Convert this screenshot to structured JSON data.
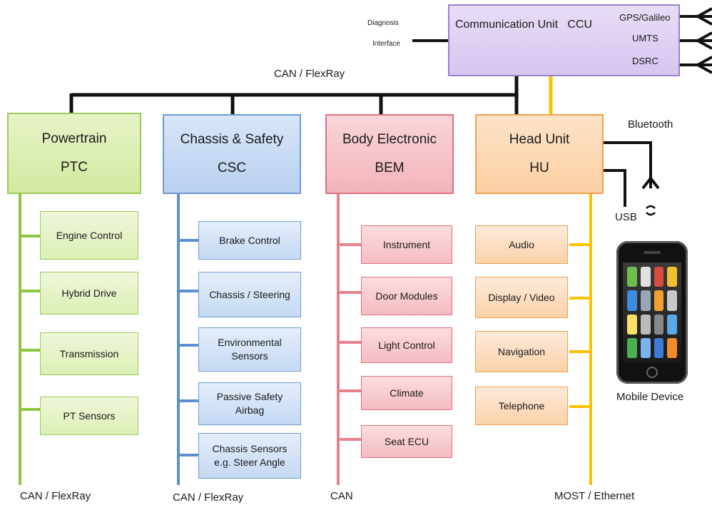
{
  "ccu": {
    "title": "Communication Unit",
    "abbr": "CCU",
    "links": [
      "GPS/Galileo",
      "UMTS",
      "DSRC"
    ],
    "diag1": "Diagnosis",
    "diag2": "Interface"
  },
  "backbone_label": "CAN / FlexRay",
  "domains": {
    "ptc": {
      "name": "Powertrain",
      "abbr": "PTC",
      "bus": "CAN / FlexRay",
      "ecus": [
        "Engine Control",
        "Hybrid Drive",
        "Transmission",
        "PT Sensors"
      ]
    },
    "csc": {
      "name": "Chassis & Safety",
      "abbr": "CSC",
      "bus": "CAN / FlexRay",
      "ecus": [
        [
          "Brake Control"
        ],
        [
          "Chassis / Steering"
        ],
        [
          "Environmental",
          "Sensors"
        ],
        [
          "Passive Safety",
          "Airbag"
        ],
        [
          "Chassis Sensors",
          "e.g. Steer Angle"
        ]
      ]
    },
    "bem": {
      "name": "Body Electronic",
      "abbr": "BEM",
      "bus": "CAN",
      "ecus": [
        "Instrument",
        "Door Modules",
        "Light Control",
        "Climate",
        "Seat ECU"
      ]
    },
    "hu": {
      "name": "Head Unit",
      "abbr": "HU",
      "bus": "MOST / Ethernet",
      "ecus": [
        "Audio",
        "Display / Video",
        "Navigation",
        "Telephone"
      ]
    }
  },
  "bluetooth": "Bluetooth",
  "usb": "USB",
  "mobile": "Mobile Device",
  "colors": {
    "green": "#8dc63f",
    "blue": "#5b8fcf",
    "red": "#e8808a",
    "yellow": "#ffc000",
    "black": "#111111",
    "purple": "#9b7fd0"
  }
}
